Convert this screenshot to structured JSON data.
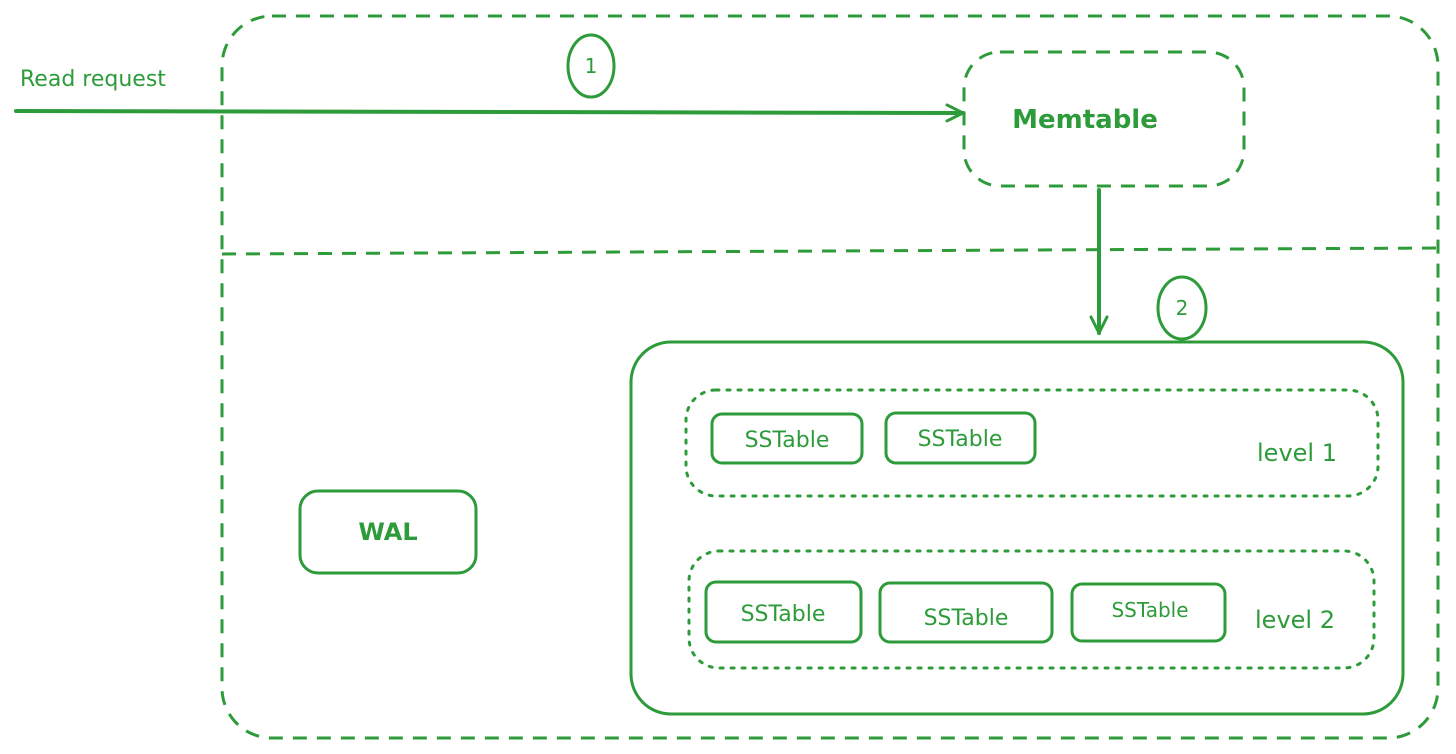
{
  "diagram": {
    "input_label": "Read request",
    "steps": [
      {
        "number": "1"
      },
      {
        "number": "2"
      }
    ],
    "memtable_label": "Memtable",
    "wal_label": "WAL",
    "levels": [
      {
        "label": "level 1",
        "sstables": [
          "SSTable",
          "SSTable"
        ]
      },
      {
        "label": "level 2",
        "sstables": [
          "SSTable",
          "SSTable",
          "SSTable"
        ]
      }
    ]
  },
  "colors": {
    "stroke": "#2e9b3a",
    "background": "#ffffff"
  }
}
